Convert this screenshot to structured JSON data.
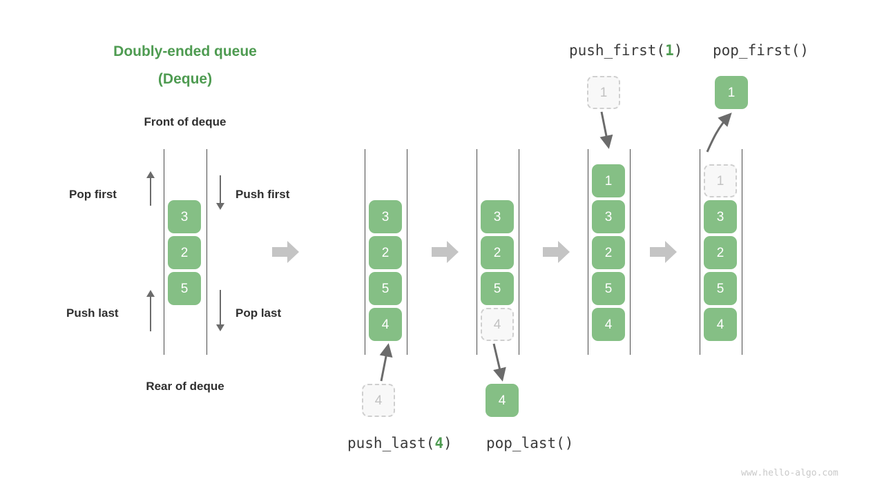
{
  "title": {
    "line1": "Doubly-ended queue",
    "line2": "(Deque)"
  },
  "labels": {
    "front": "Front of deque",
    "rear": "Rear of deque",
    "pop_first": "Pop first",
    "push_first": "Push first",
    "push_last": "Push last",
    "pop_last": "Pop last"
  },
  "operations": {
    "push_first": {
      "name": "push_first(",
      "arg": "1",
      "close": ")"
    },
    "pop_first": {
      "name": "pop_first()",
      "arg": "",
      "close": ""
    },
    "push_last": {
      "name": "push_last(",
      "arg": "4",
      "close": ")"
    },
    "pop_last": {
      "name": "pop_last()",
      "arg": "",
      "close": ""
    }
  },
  "colors": {
    "accent_green": "#4e9b51",
    "box_green": "#85bf85",
    "ghost_gray": "#cfcfcf",
    "arrow_gray": "#6b6b6b",
    "step_arrow_gray": "#c4c4c4",
    "text_dark": "#2f2f2f",
    "rail_gray": "#4a4a4a",
    "watermark_gray": "#c9c9c9"
  },
  "stages": [
    {
      "id": "initial",
      "caption": "",
      "boxes": [
        {
          "value": "3",
          "state": "solid"
        },
        {
          "value": "2",
          "state": "solid"
        },
        {
          "value": "5",
          "state": "solid"
        }
      ],
      "external": null
    },
    {
      "id": "push-last",
      "caption": "push_last(4)",
      "boxes": [
        {
          "value": "3",
          "state": "solid"
        },
        {
          "value": "2",
          "state": "solid"
        },
        {
          "value": "5",
          "state": "solid"
        },
        {
          "value": "4",
          "state": "solid"
        }
      ],
      "external": {
        "value": "4",
        "state": "ghost",
        "position": "bottom",
        "direction": "in"
      }
    },
    {
      "id": "pop-last",
      "caption": "pop_last()",
      "boxes": [
        {
          "value": "3",
          "state": "solid"
        },
        {
          "value": "2",
          "state": "solid"
        },
        {
          "value": "5",
          "state": "solid"
        },
        {
          "value": "4",
          "state": "ghost"
        }
      ],
      "external": {
        "value": "4",
        "state": "solid",
        "position": "bottom",
        "direction": "out"
      }
    },
    {
      "id": "push-first",
      "caption": "push_first(1)",
      "boxes": [
        {
          "value": "1",
          "state": "solid"
        },
        {
          "value": "3",
          "state": "solid"
        },
        {
          "value": "2",
          "state": "solid"
        },
        {
          "value": "5",
          "state": "solid"
        },
        {
          "value": "4",
          "state": "solid"
        }
      ],
      "external": {
        "value": "1",
        "state": "ghost",
        "position": "top",
        "direction": "in"
      }
    },
    {
      "id": "pop-first",
      "caption": "pop_first()",
      "boxes": [
        {
          "value": "1",
          "state": "ghost"
        },
        {
          "value": "3",
          "state": "solid"
        },
        {
          "value": "2",
          "state": "solid"
        },
        {
          "value": "5",
          "state": "solid"
        },
        {
          "value": "4",
          "state": "solid"
        }
      ],
      "external": {
        "value": "1",
        "state": "solid",
        "position": "top",
        "direction": "out"
      }
    }
  ],
  "watermark": "www.hello-algo.com"
}
